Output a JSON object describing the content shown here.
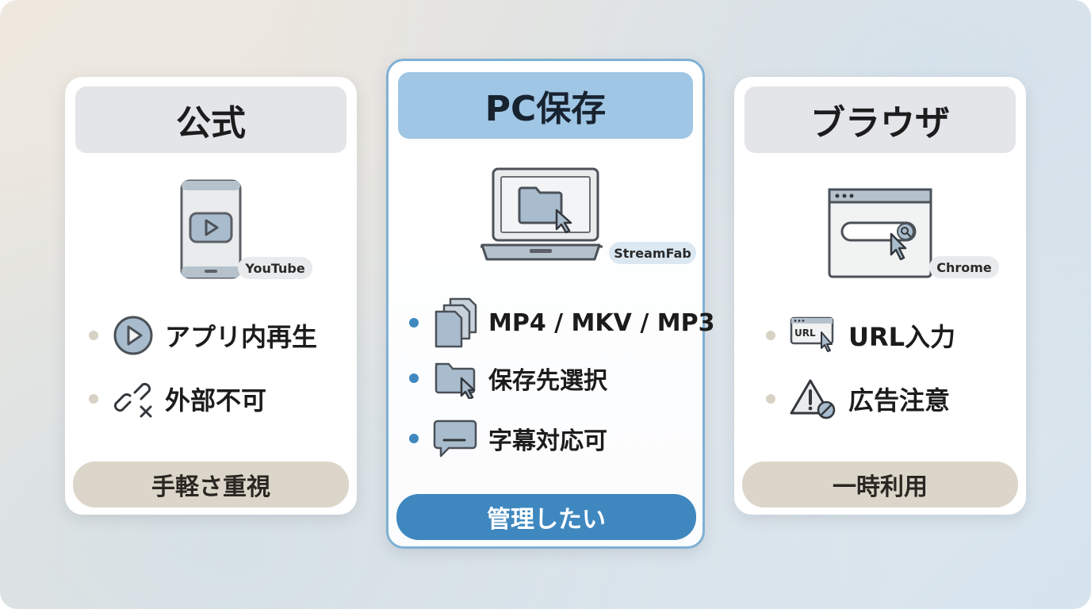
{
  "cards": [
    {
      "title": "公式",
      "tag": "YouTube",
      "items": [
        "アプリ内再生",
        "外部不可"
      ],
      "footer": "手軽さ重視"
    },
    {
      "title": "PC保存",
      "tag": "StreamFab",
      "items": [
        "MP4 / MKV / MP3",
        "保存先選択",
        "字幕対応可"
      ],
      "footer": "管理したい"
    },
    {
      "title": "ブラウザ",
      "tag": "Chrome",
      "icon_label": "URL",
      "items": [
        "URL入力",
        "広告注意"
      ],
      "footer": "一時利用"
    }
  ],
  "icons": {
    "left": [
      "smartphone-play-icon",
      "play-circle-icon",
      "broken-link-icon"
    ],
    "middle": [
      "laptop-folder-icon",
      "documents-icon",
      "folder-cursor-icon",
      "subtitle-bubble-icon"
    ],
    "right": [
      "browser-search-icon",
      "url-window-icon",
      "warning-block-icon"
    ]
  },
  "colors": {
    "accent": "#3f88bf",
    "accent_light": "#9fc6e4",
    "neutral_header": "#e3e5e8",
    "neutral_footer": "#dcd5c9",
    "icon_fill": "#a9bccd",
    "icon_stroke": "#555a60"
  }
}
